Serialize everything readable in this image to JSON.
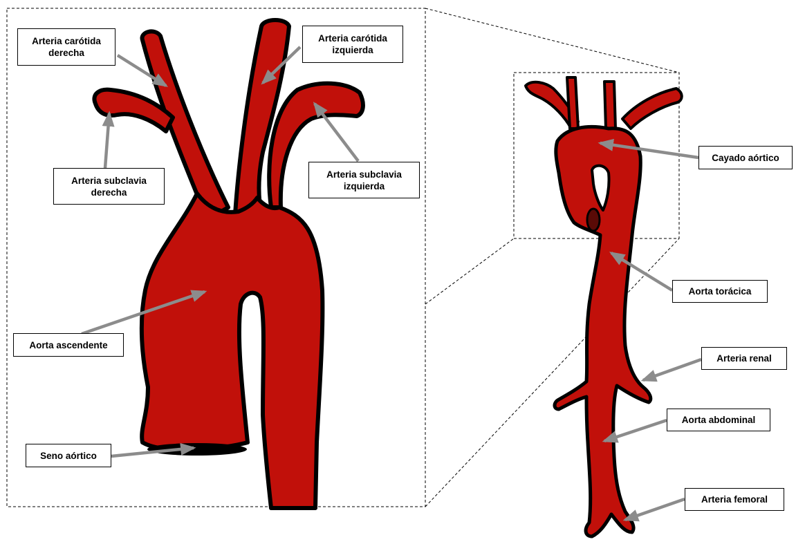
{
  "colors": {
    "vessel_fill": "#C1100A",
    "vessel_outline": "#000000",
    "arrow": "#8C8C8C",
    "dashed_frame": "#000000"
  },
  "labels": {
    "right_carotid": "Arteria carótida\nderecha",
    "left_carotid": "Arteria carótida\nizquierda",
    "right_subclavian": "Arteria subclavia\nderecha",
    "left_subclavian": "Arteria subclavia\nizquierda",
    "ascending_aorta": "Aorta ascendente",
    "aortic_sinus": "Seno aórtico",
    "aortic_arch": "Cayado aórtico",
    "thoracic_aorta": "Aorta torácica",
    "renal_artery": "Arteria renal",
    "abdominal_aorta": "Aorta abdominal",
    "femoral_artery": "Arteria femoral"
  }
}
